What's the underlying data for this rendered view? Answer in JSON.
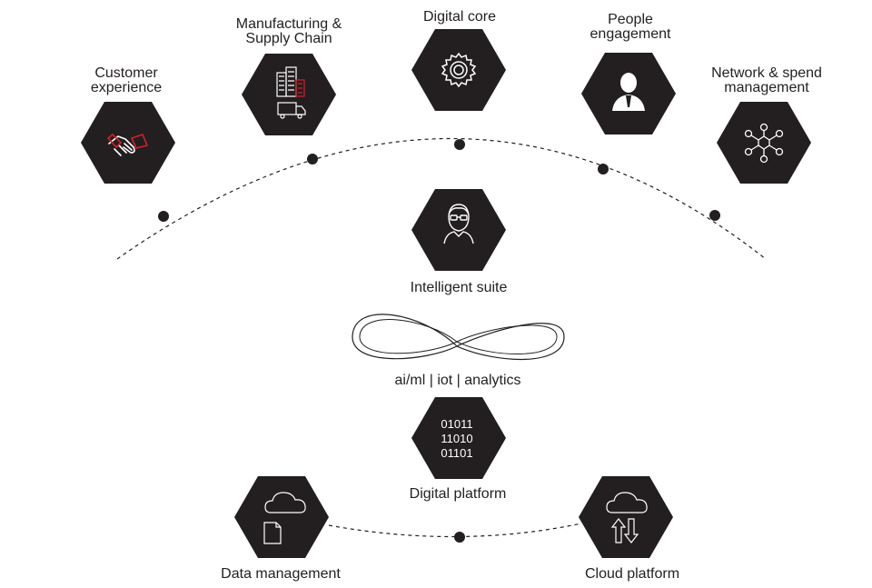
{
  "top_nodes": [
    {
      "label_lines": [
        "Customer",
        "experience"
      ],
      "icon": "handshake-icon"
    },
    {
      "label_lines": [
        "Manufacturing &",
        "Supply Chain"
      ],
      "icon": "factory-truck-icon"
    },
    {
      "label_lines": [
        "Digital core"
      ],
      "icon": "gear-icon"
    },
    {
      "label_lines": [
        "People",
        "engagement"
      ],
      "icon": "person-icon"
    },
    {
      "label_lines": [
        "Network & spend",
        "management"
      ],
      "icon": "network-icon"
    }
  ],
  "center": {
    "intelligent_suite": "Intelligent suite",
    "intelligent_suite_icon": "person-with-glasses-icon",
    "technologies": "ai/ml | iot | analytics",
    "digital_platform": "Digital platform",
    "binary_lines": [
      "01011",
      "11010",
      "01101"
    ]
  },
  "bottom_nodes": [
    {
      "label": "Data management",
      "icon": "cloud-document-icon"
    },
    {
      "label": "Cloud platform",
      "icon": "cloud-upload-download-icon"
    }
  ],
  "colors": {
    "hex_fill": "#231f20",
    "icon_stroke": "#ffffff",
    "accent_red": "#d71f2b",
    "text": "#231f20"
  }
}
